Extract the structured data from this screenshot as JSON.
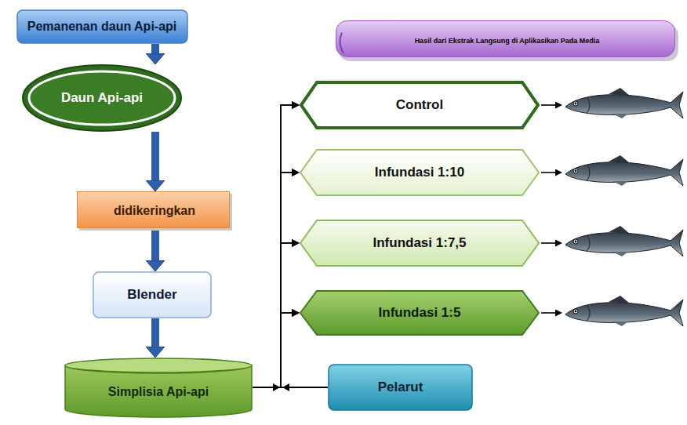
{
  "diagram": {
    "nodes": [
      {
        "text": [
          "Pemanenan daun Api-api"
        ]
      },
      {
        "text": [
          "Daun Api-api"
        ]
      },
      {
        "text": [
          "didikeringkan"
        ]
      },
      {
        "text": [
          "Blender"
        ]
      },
      {
        "text": [
          "Simplisia Api-api"
        ]
      },
      {
        "text": [
          "Hasil dari Ekstrak Langsung di Aplikasikan Pada Media"
        ]
      },
      {
        "text": [
          "Control"
        ]
      },
      {
        "text": [
          "Infundasi 1:10"
        ]
      },
      {
        "text": [
          "Infundasi 1:7,5"
        ]
      },
      {
        "text": [
          "Infundasi 1:5"
        ]
      },
      {
        "text": [
          "Pelarut"
        ]
      }
    ],
    "edges": [
      {
        "from": 0,
        "to": 1,
        "arrow": "to"
      },
      {
        "from": 1,
        "to": 2,
        "arrow": "to"
      },
      {
        "from": 2,
        "to": 3,
        "arrow": "to"
      },
      {
        "from": 3,
        "to": 4,
        "arrow": "to"
      },
      {
        "from": 4,
        "to": 6,
        "arrow": "to"
      },
      {
        "from": 4,
        "to": 7,
        "arrow": "to"
      },
      {
        "from": 4,
        "to": 8,
        "arrow": "to"
      },
      {
        "from": 4,
        "to": 9,
        "arrow": "to"
      },
      {
        "from": 10,
        "to": 6,
        "arrow": "to"
      },
      {
        "from": 10,
        "to": 7,
        "arrow": "to"
      },
      {
        "from": 10,
        "to": 8,
        "arrow": "to"
      },
      {
        "from": 10,
        "to": 9,
        "arrow": "to"
      }
    ]
  }
}
